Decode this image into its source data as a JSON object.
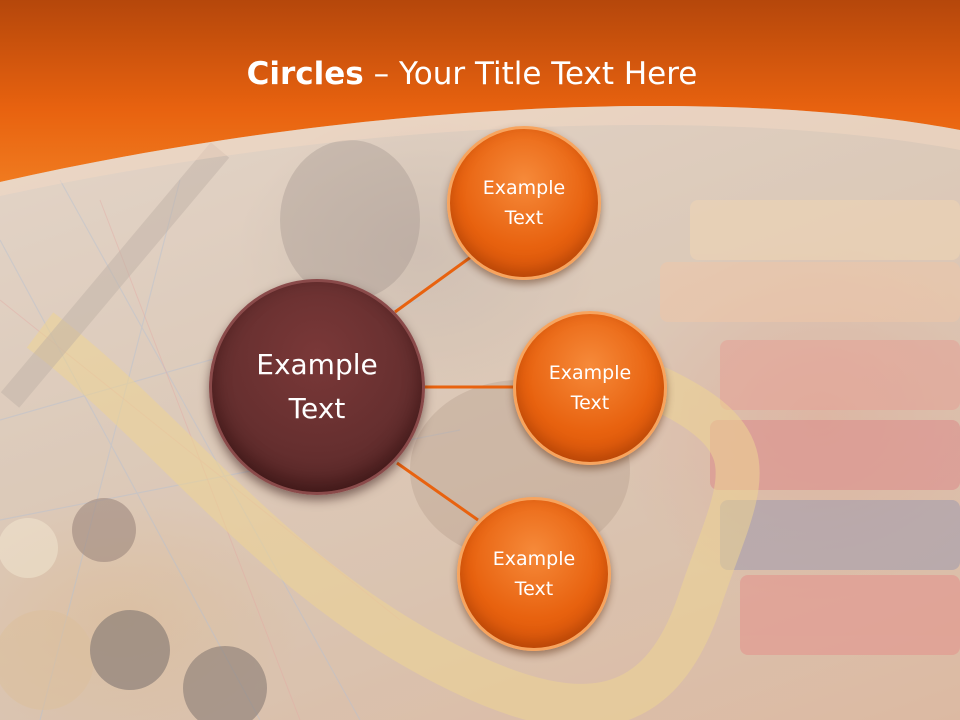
{
  "title": {
    "bold": "Circles",
    "rest": " – Your Title Text Here"
  },
  "diagram": {
    "center": {
      "label": "Example\nText"
    },
    "nodes": [
      {
        "label": "Example\nText"
      },
      {
        "label": "Example\nText"
      },
      {
        "label": "Example\nText"
      }
    ]
  },
  "colors": {
    "header_orange": "#e8620f",
    "node_orange": "#e8620f",
    "center_maroon": "#662f2f",
    "connector": "#e8620f"
  }
}
